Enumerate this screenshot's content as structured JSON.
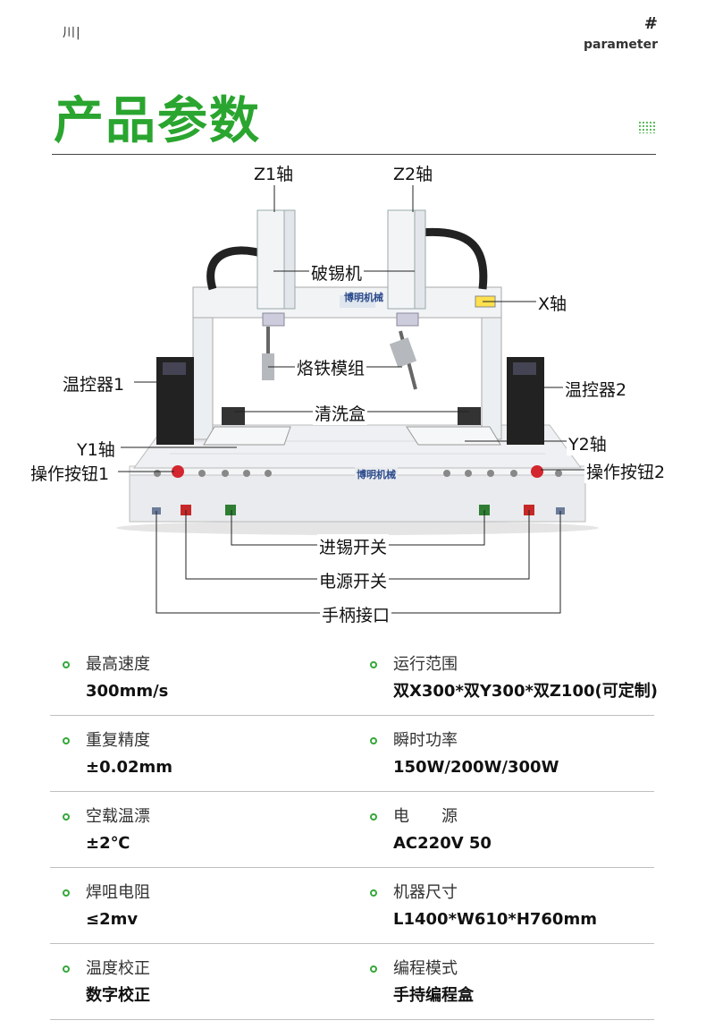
{
  "header": {
    "mark": "川|",
    "hash": "#",
    "subtitle": "parameter",
    "title": "产品参数",
    "accent_color": "#2aa52f"
  },
  "diagram": {
    "brand": "博明机械",
    "callouts": {
      "z1": "Z1轴",
      "z2": "Z2轴",
      "tin_breaker": "破锡机",
      "x_axis": "X轴",
      "iron_module": "烙铁模组",
      "temp1": "温控器1",
      "temp2": "温控器2",
      "cleaning_box": "清洗盒",
      "y1": "Y1轴",
      "y2": "Y2轴",
      "button1": "操作按钮1",
      "button2": "操作按钮2",
      "feed_switch": "进锡开关",
      "power_switch": "电源开关",
      "handle_port": "手柄接口"
    }
  },
  "specs": [
    {
      "left": {
        "label": "最高速度",
        "value": "300mm/s"
      },
      "right": {
        "label": "运行范围",
        "value": "双X300*双Y300*双Z100(可定制)"
      }
    },
    {
      "left": {
        "label": "重复精度",
        "value": "±0.02mm"
      },
      "right": {
        "label": "瞬时功率",
        "value": "150W/200W/300W"
      }
    },
    {
      "left": {
        "label": "空载温漂",
        "value": "±2℃"
      },
      "right": {
        "label": "电　　源",
        "value": "AC220V 50"
      }
    },
    {
      "left": {
        "label": "焊咀电阻",
        "value": "≤2mv"
      },
      "right": {
        "label": "机器尺寸",
        "value": "L1400*W610*H760mm"
      }
    },
    {
      "left": {
        "label": "温度校正",
        "value": "数字校正"
      },
      "right": {
        "label": "编程模式",
        "value": "手持编程盒"
      }
    }
  ]
}
